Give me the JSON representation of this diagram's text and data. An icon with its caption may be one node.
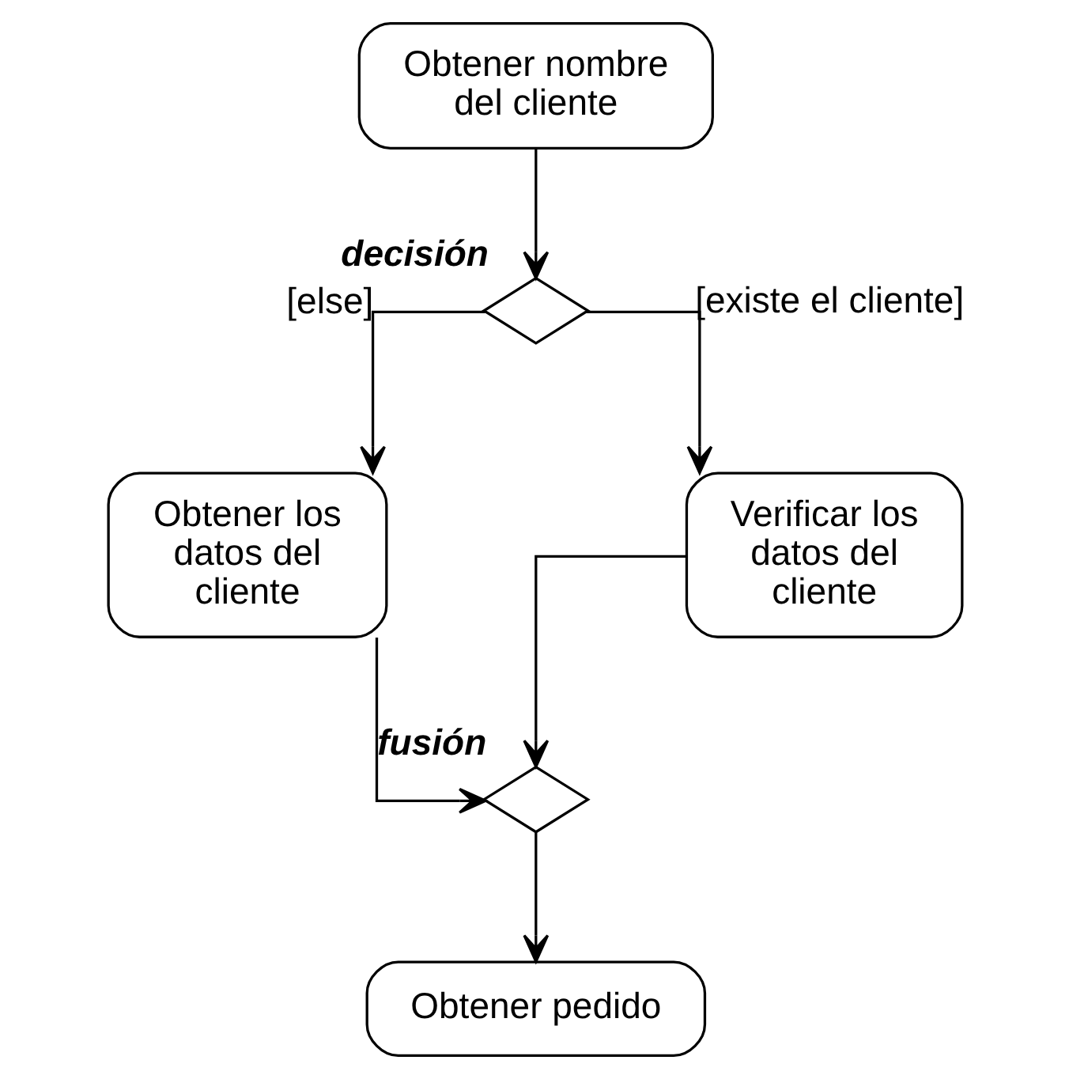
{
  "diagram": {
    "nodes": [
      {
        "text": [
          "Obtener nombre del cliente"
        ]
      },
      {
        "text": [],
        "shape": "diamond",
        "beside": [
          "decisión"
        ]
      },
      {
        "text": [
          "Obtener los datos del cliente"
        ]
      },
      {
        "text": [
          "Verificar los datos del cliente"
        ]
      },
      {
        "text": [],
        "shape": "diamond",
        "beside": [
          "fusión"
        ]
      },
      {
        "text": [
          "Obtener pedido"
        ]
      }
    ],
    "edges": [
      {
        "from": 0,
        "to": 1,
        "arrow": "to"
      },
      {
        "from": 1,
        "to": 2,
        "arrow": "to",
        "label": "[else]"
      },
      {
        "from": 1,
        "to": 3,
        "arrow": "to",
        "label": "[existe el cliente]"
      },
      {
        "from": 2,
        "to": 4,
        "arrow": "to"
      },
      {
        "from": 3,
        "to": 4,
        "arrow": "to"
      },
      {
        "from": 4,
        "to": 5,
        "arrow": "to"
      }
    ]
  }
}
